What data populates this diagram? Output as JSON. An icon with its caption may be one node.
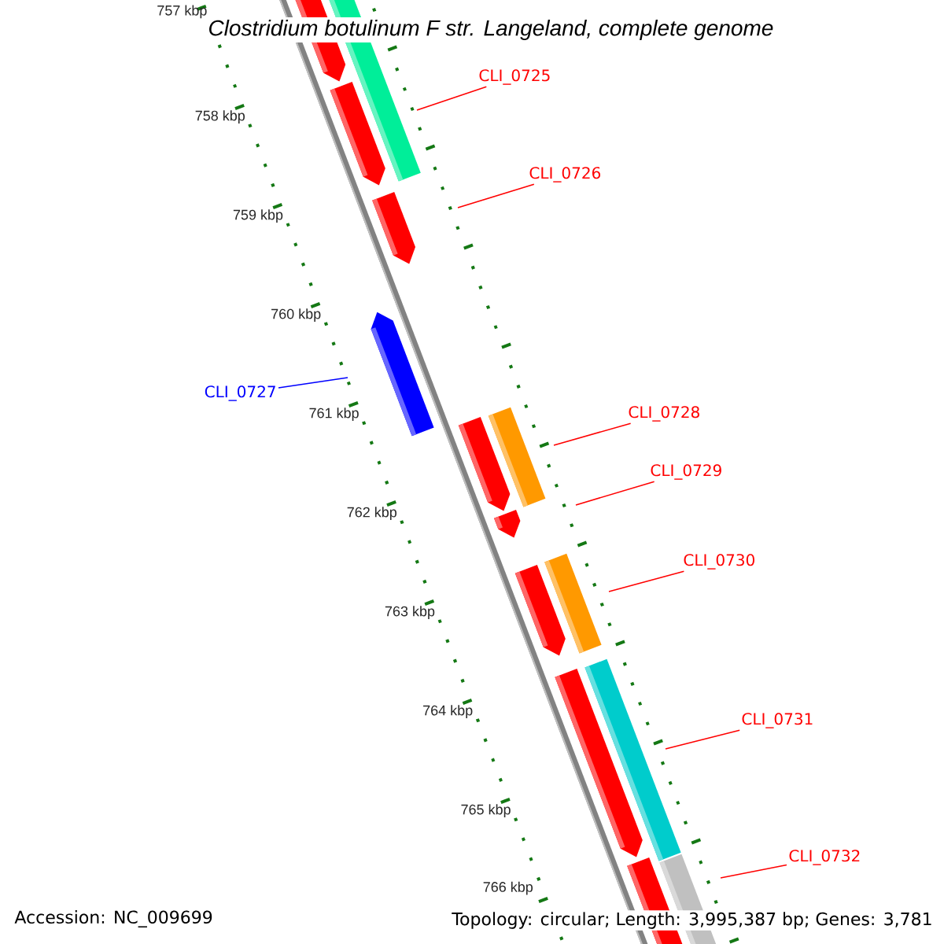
{
  "diagram": {
    "title": "Clostridium botulinum F str. Langeland, complete genome",
    "nodes": [
      {
        "text": [
          "CLI_0725"
        ]
      },
      {
        "text": [
          "CLI_0726"
        ]
      },
      {
        "text": [
          "CLI_0727"
        ]
      },
      {
        "text": [
          "CLI_0728"
        ]
      },
      {
        "text": [
          "CLI_0729"
        ]
      },
      {
        "text": [
          "CLI_0730"
        ]
      },
      {
        "text": [
          "CLI_0731"
        ]
      },
      {
        "text": [
          "CLI_0732"
        ]
      }
    ],
    "edges": [
      {
        "from": 0,
        "to": null,
        "arrow": "none"
      },
      {
        "from": 1,
        "to": null,
        "arrow": "none"
      },
      {
        "from": 2,
        "to": null,
        "arrow": "none",
        "color": "#0000ff"
      },
      {
        "from": 3,
        "to": null,
        "arrow": "none"
      },
      {
        "from": 4,
        "to": null,
        "arrow": "none"
      },
      {
        "from": 5,
        "to": null,
        "arrow": "none"
      },
      {
        "from": 6,
        "to": null,
        "arrow": "none"
      },
      {
        "from": 7,
        "to": null,
        "arrow": "none"
      }
    ],
    "labels": [
      "757 kbp",
      "758 kbp",
      "759 kbp",
      "760 kbp",
      "761 kbp",
      "762 kbp",
      "763 kbp",
      "764 kbp",
      "765 kbp",
      "766 kbp",
      "Accession: NC_009699",
      "Topology: circular; Length: 3,995,387 bp; Genes: 3,781"
    ]
  }
}
